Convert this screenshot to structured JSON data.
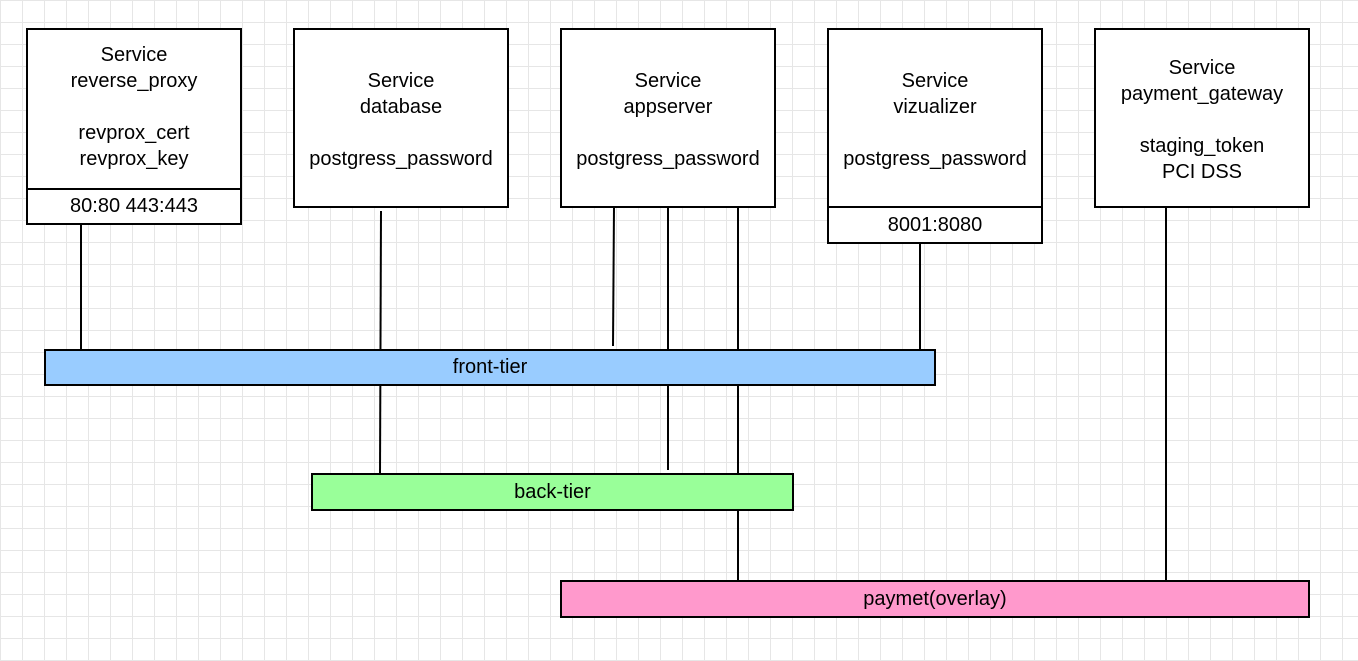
{
  "services": [
    {
      "id": "reverse_proxy",
      "line1": "Service",
      "line2": "reverse_proxy",
      "secrets": [
        "revprox_cert",
        "revprox_key"
      ],
      "ports": "80:80 443:443"
    },
    {
      "id": "database",
      "line1": "Service",
      "line2": "database",
      "secrets": [
        "postgress_password"
      ]
    },
    {
      "id": "appserver",
      "line1": "Service",
      "line2": "appserver",
      "secrets": [
        "postgress_password"
      ]
    },
    {
      "id": "vizualizer",
      "line1": "Service",
      "line2": "vizualizer",
      "secrets": [
        "postgress_password"
      ],
      "ports": "8001:8080"
    },
    {
      "id": "payment_gateway",
      "line1": "Service",
      "line2": "payment_gateway",
      "secrets": [
        "staging_token",
        "PCI DSS"
      ]
    }
  ],
  "networks": [
    {
      "id": "front-tier",
      "label": "front-tier",
      "color": "#99ccff"
    },
    {
      "id": "back-tier",
      "label": "back-tier",
      "color": "#99ff99"
    },
    {
      "id": "payment",
      "label": "paymet(overlay)",
      "color": "#ff99cc"
    }
  ]
}
